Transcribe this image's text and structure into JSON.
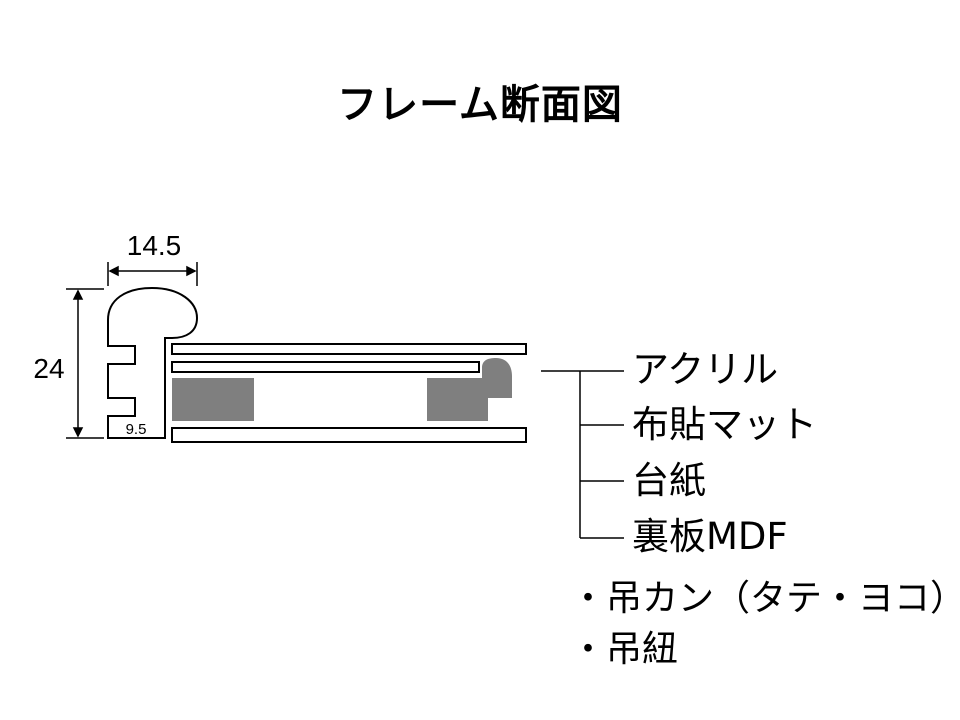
{
  "title": "フレーム断面図",
  "dimensions": {
    "width": "14.5",
    "height": "24",
    "inner_depth": "9.5"
  },
  "layers": [
    {
      "label": "アクリル"
    },
    {
      "label": "布貼マット"
    },
    {
      "label": "台紙"
    },
    {
      "label": "裏板MDF"
    }
  ],
  "accessories": [
    "・吊カン（タテ・ヨコ）",
    "・吊紐"
  ],
  "colors": {
    "line": "#000000",
    "mat_fill": "#7f7f7f",
    "background": "#ffffff"
  }
}
